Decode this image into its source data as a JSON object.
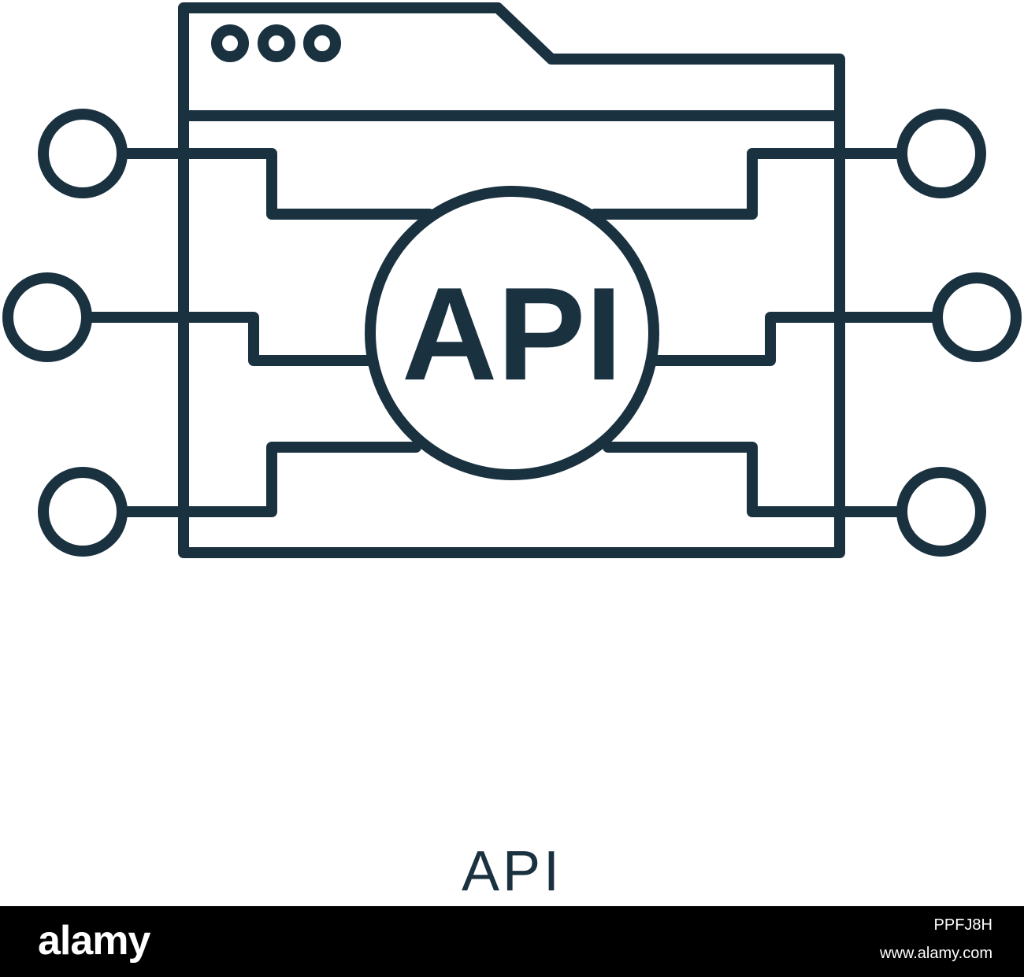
{
  "icon": {
    "name": "api-icon",
    "badge_text": "API",
    "stroke_color": "#1a3140"
  },
  "caption": "API",
  "footer": {
    "brand": "alamy",
    "image_id": "PPFJ8H",
    "site": "www.alamy.com",
    "background": "#000000"
  }
}
